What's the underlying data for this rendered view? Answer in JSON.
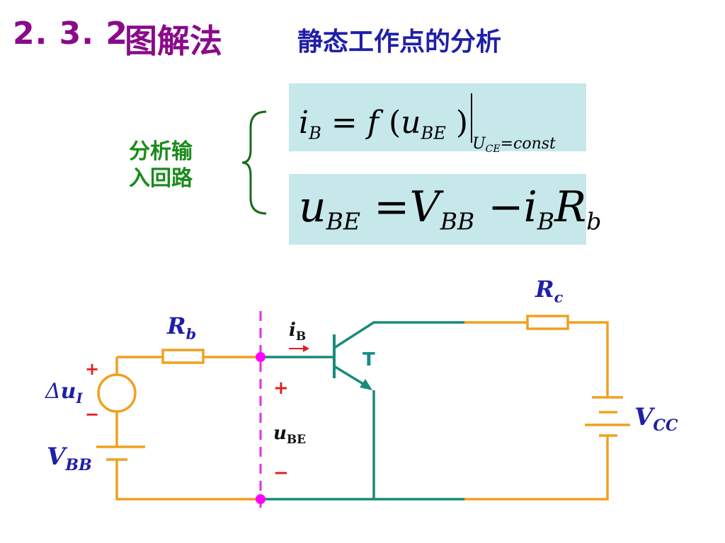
{
  "header": {
    "section_number": "2. 3. 2",
    "section_title": "图解法",
    "subtitle": "静态工作点的分析"
  },
  "loop_label": {
    "line1": "分析输",
    "line2": "入回路"
  },
  "equations": {
    "eq1": {
      "lhs_var": "i",
      "lhs_sub": "B",
      "equals": " = ",
      "func": "f",
      "paren_open": " (",
      "arg_var": "u",
      "arg_sub": "BE",
      "paren_close": " )",
      "cond_var": "U",
      "cond_sub": "CE",
      "cond_rest": "=const"
    },
    "eq2": {
      "lhs_var": "u",
      "lhs_sub": "BE",
      "equals": " =",
      "v_var": "V",
      "v_sub": "BB",
      "minus": " −",
      "i_var": "i",
      "i_sub": "B",
      "r_var": "R",
      "r_sub": "b"
    }
  },
  "circuit": {
    "colors": {
      "wire_orange": "#f0a020",
      "wire_teal": "#1a8a7a",
      "dashed_line": "#e030e0",
      "node_dot": "#ff00ff",
      "label_blue": "#1f1fa8",
      "sign_red": "#e02020"
    },
    "rb_label": {
      "var": "R",
      "sub": "b"
    },
    "rc_label": {
      "var": "R",
      "sub": "c"
    },
    "ib_label": {
      "var": "i",
      "sub": "B"
    },
    "ube_label": {
      "var": "u",
      "sub": "BE"
    },
    "delta_ui_label": {
      "delta": "Δ",
      "var": "u",
      "sub": "I"
    },
    "vbb_label": {
      "var": "V",
      "sub": "BB"
    },
    "vcc_label": {
      "var": "V",
      "sub": "CC"
    },
    "transistor_label": "T",
    "plus_sign": "+",
    "minus_sign": "−"
  }
}
